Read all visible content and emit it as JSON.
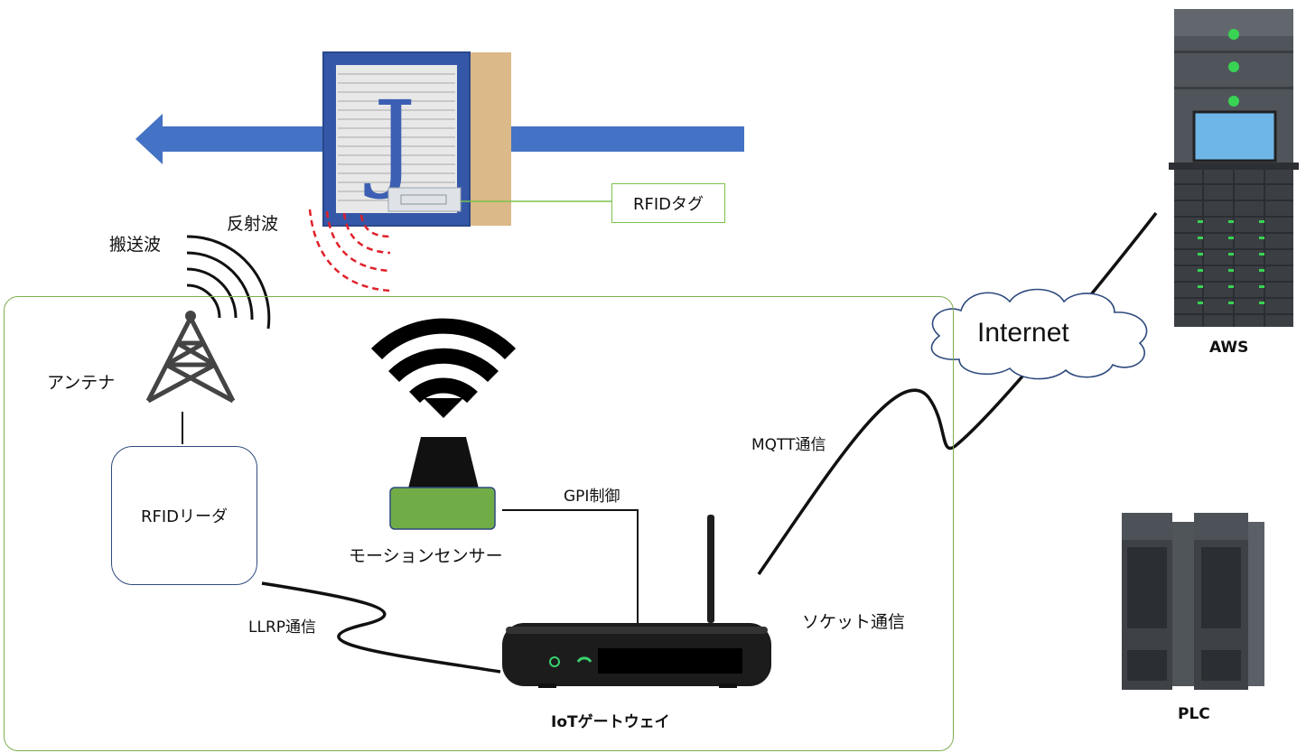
{
  "labels": {
    "reflected_wave": "反射波",
    "carrier_wave": "搬送波",
    "antenna": "アンテナ",
    "rfid_reader": "RFIDリーダ",
    "rfid_tag": "RFIDタグ",
    "motion_sensor": "モーションセンサー",
    "gpi_control": "GPI制御",
    "llrp": "LLRP通信",
    "iot_gateway": "IoTゲートウェイ",
    "mqtt": "MQTT通信",
    "socket": "ソケット通信",
    "internet": "Internet",
    "aws": "AWS",
    "plc": "PLC",
    "block_letter": "J"
  },
  "colors": {
    "arrow": "#4472c4",
    "zone_border": "#7dae4e",
    "tag_border": "#7dc24b",
    "reflected_wave": "#e0202a",
    "sensor_body": "#70ad47",
    "server_led": "#39d353"
  }
}
